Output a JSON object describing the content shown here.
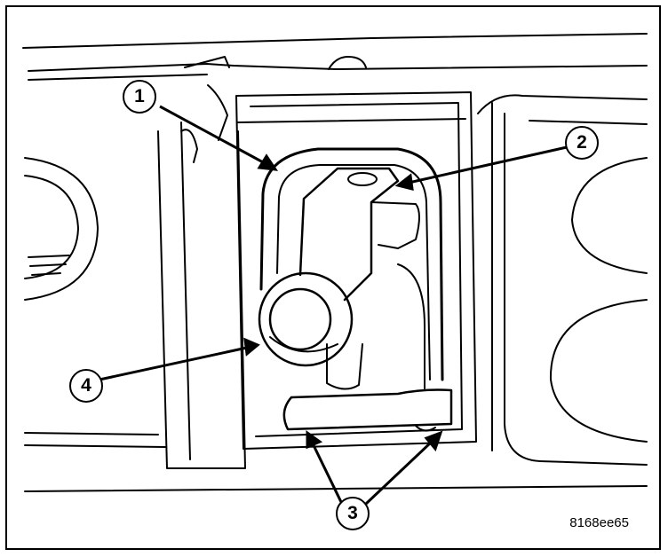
{
  "callouts": [
    {
      "id": "1",
      "label": "1"
    },
    {
      "id": "2",
      "label": "2"
    },
    {
      "id": "3",
      "label": "3"
    },
    {
      "id": "4",
      "label": "4"
    }
  ],
  "figure_code": "8168ee65"
}
